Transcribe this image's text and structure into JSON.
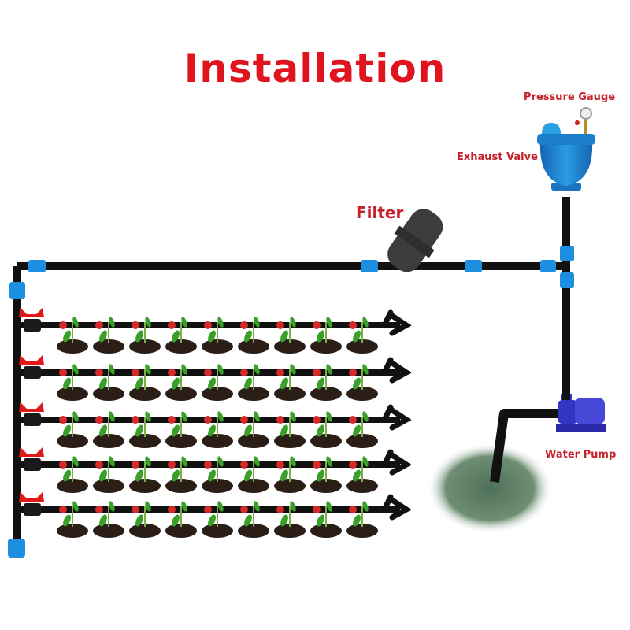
{
  "title": "Installation",
  "labels": {
    "pressure_gauge": "Pressure Gauge",
    "exhaust_valve": "Exhaust Valve",
    "filter": "Filter",
    "water_pump": "Water Pump"
  },
  "components": [
    "water-source",
    "water-pump",
    "exhaust-valve",
    "pressure-gauge",
    "filter",
    "main-pipe",
    "branch-valves",
    "drip-lines",
    "plants"
  ],
  "drip_lines": {
    "count": 5,
    "plants_per_line": 9
  },
  "colors": {
    "title": "#e0141e",
    "label": "#c8202a",
    "pipe": "#111111",
    "connector": "#1e8fe0",
    "valve": "#e01818",
    "dripper": "#d62a2a",
    "soil": "#2a1e16",
    "leaf": "#3aa02a",
    "exhaust_body": "#1a7fc8",
    "pump": "#3a3acc",
    "water": "#5a7a62"
  }
}
